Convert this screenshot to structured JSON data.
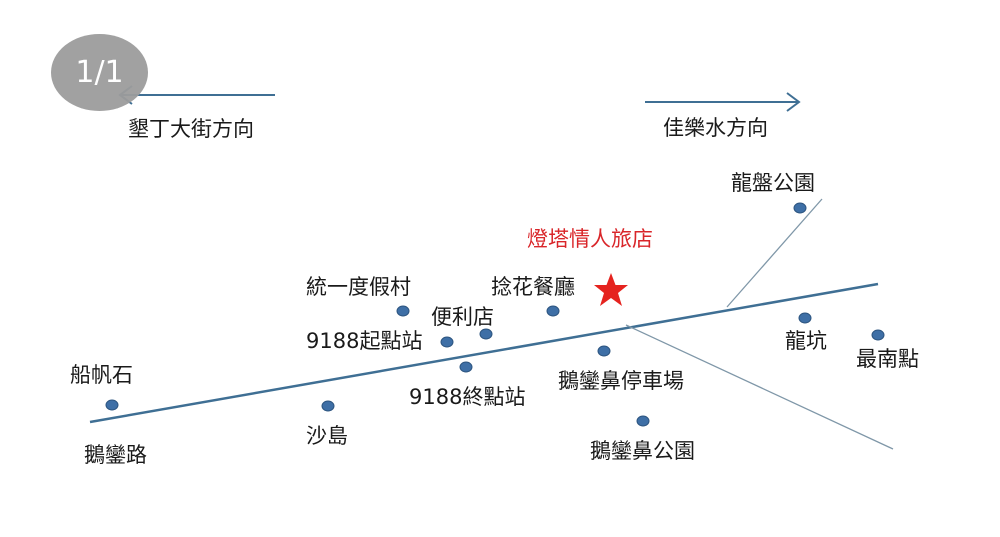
{
  "viewer": {
    "page_counter": "1/1"
  },
  "colors": {
    "road": "#3f6f94",
    "thin_road": "#7f97a8",
    "dot": "#3e6fa6",
    "hotel": "#e5231f",
    "badge": "#9c9c9c"
  },
  "directions": {
    "left": {
      "label": "墾丁大街方向",
      "icon": "arrow-left-icon"
    },
    "right": {
      "label": "佳樂水方向",
      "icon": "arrow-right-icon"
    }
  },
  "hotel": {
    "label": "燈塔情人旅店",
    "icon": "star-icon"
  },
  "places": {
    "longpan_park": "龍盤公園",
    "uni_resort": "統一度假村",
    "nianhua_restaurant": "捻花餐廳",
    "convenience_store": "便利店",
    "bus_start": "9188起點站",
    "bus_end": "9188終點站",
    "eluanbi_parking": "鵝鑾鼻停車場",
    "eluanbi_park": "鵝鑾鼻公園",
    "longkeng": "龍坑",
    "southernmost_point": "最南點",
    "sail_rock": "船帆石",
    "eluan_road": "鵝鑾路",
    "sand_island": "沙島"
  }
}
